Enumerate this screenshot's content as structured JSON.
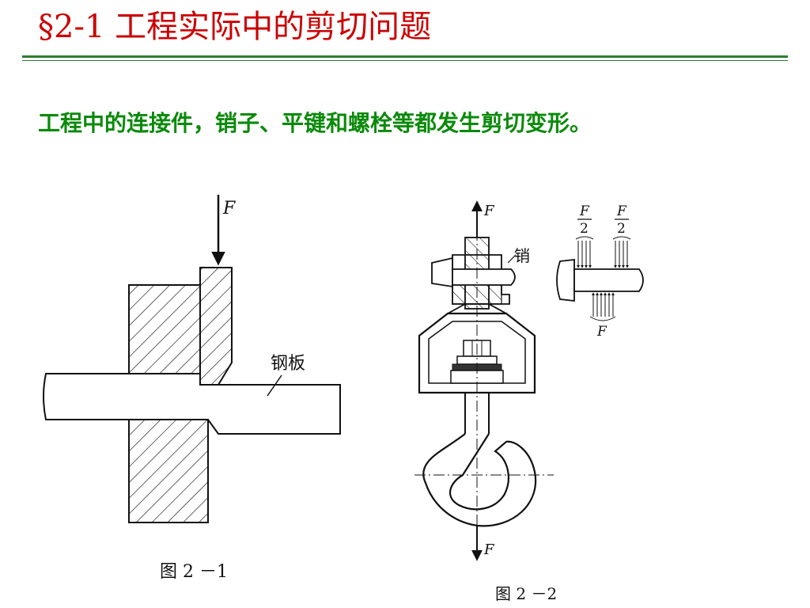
{
  "slide": {
    "title": "§2-1 工程实际中的剪切问题",
    "body": "工程中的连接件，销子、平键和螺栓等都发生剪切变形。"
  },
  "figure1": {
    "force_label": "F",
    "plate_label": "钢板",
    "caption": "图 2 －1"
  },
  "figure2": {
    "force_top_label": "F",
    "force_bottom_label": "F",
    "pin_label": "销",
    "half_force_left_num": "F",
    "half_force_left_den": "2",
    "half_force_right_num": "F",
    "half_force_right_den": "2",
    "reaction_label": "F",
    "caption": "图 2 －2"
  },
  "colors": {
    "title": "#cc0000",
    "body": "#0a8a0a",
    "rule": "#2e7d32"
  }
}
